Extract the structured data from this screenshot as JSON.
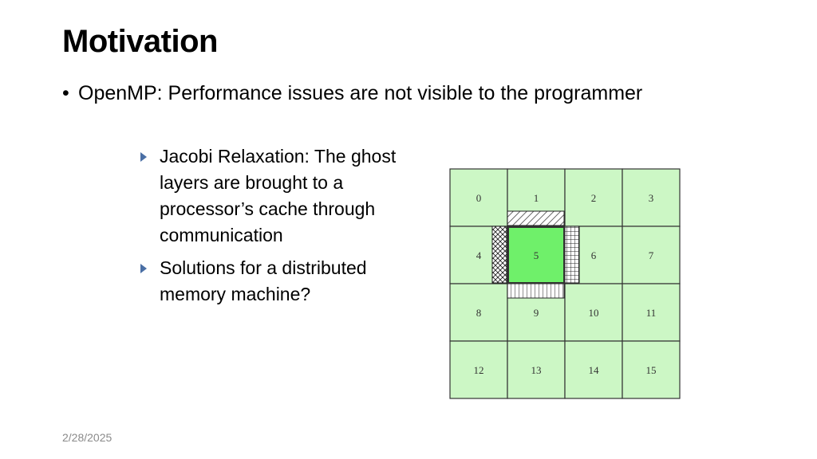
{
  "slide": {
    "title": "Motivation",
    "bullet": "OpenMP: Performance issues are not visible to the programmer",
    "sub_bullets": [
      "Jacobi Relaxation: The ghost layers are brought to a processor’s cache through communication",
      "Solutions for a distributed memory machine?"
    ],
    "date": "2/28/2025"
  },
  "diagram": {
    "rows": 4,
    "cols": 4,
    "labels": [
      "0",
      "1",
      "2",
      "3",
      "4",
      "5",
      "6",
      "7",
      "8",
      "9",
      "10",
      "11",
      "12",
      "13",
      "14",
      "15"
    ],
    "highlighted_cell": "5",
    "colors": {
      "cell_fill": "#ccf7c5",
      "highlight_fill": "#6ff06a",
      "border": "#333333"
    }
  }
}
